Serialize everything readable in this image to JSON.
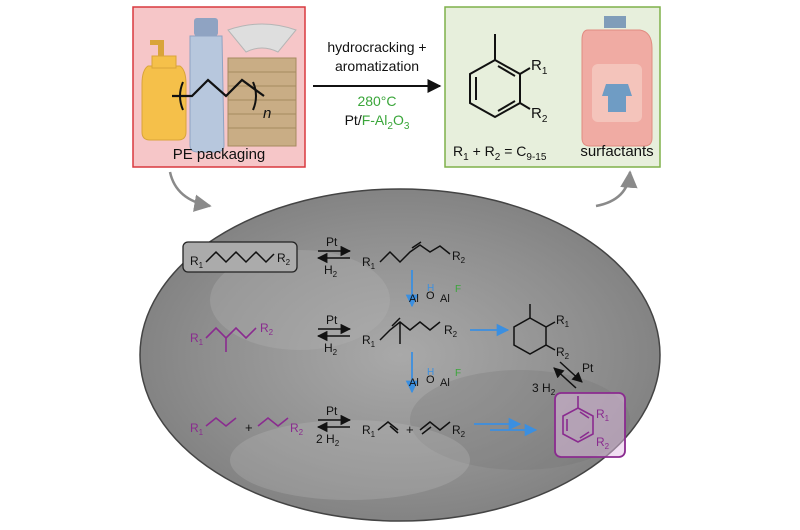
{
  "top_left_box": {
    "label": "PE packaging",
    "repeat_unit_subscript": "n"
  },
  "arrow": {
    "line1": "hydrocracking +",
    "line2": "aromatization",
    "temperature": "280°C",
    "catalyst_pt": "Pt/",
    "catalyst_support": "F-Al",
    "catalyst_sub1": "2",
    "catalyst_o": "O",
    "catalyst_sub2": "3"
  },
  "top_right_box": {
    "product_r1": "R",
    "r1_sub": "1",
    "product_r2": "R",
    "r2_sub": "2",
    "formula_main": "R",
    "formula_sub1": "1",
    "formula_plus": " + R",
    "formula_sub2": "2",
    "formula_eq": " = C",
    "formula_sub3": "9-15",
    "surfactants_label": "surfactants"
  },
  "mechanism": {
    "row1_left_r1": "R",
    "row1_left_r1_sub": "1",
    "row1_left_r2": "R",
    "row1_left_r2_sub": "2",
    "pt": "Pt",
    "h2": "H",
    "h2_sub": "2",
    "row1_right_r1": "R",
    "row1_right_r1_sub": "1",
    "row1_right_r2": "R",
    "row1_right_r2_sub": "2",
    "lewis_h": "H",
    "lewis_al1": "Al",
    "lewis_o": "O",
    "lewis_al2": "Al",
    "lewis_f": "F",
    "row2_left_r1": "R",
    "row2_left_r1_sub": "1",
    "row2_left_r2": "R",
    "row2_left_r2_sub": "2",
    "row2_mid_r1": "R",
    "row2_mid_r1_sub": "1",
    "row2_mid_r2": "R",
    "row2_mid_r2_sub": "2",
    "naph_r1": "R",
    "naph_r1_sub": "1",
    "naph_r2": "R",
    "naph_r2_sub": "2",
    "dehydro_pt": "Pt",
    "dehydro_h2": "3 H",
    "dehydro_h2_sub": "2",
    "row3_r1": "R",
    "row3_r1_sub": "1",
    "row3_plus": "+",
    "row3_r2": "R",
    "row3_r2_sub": "2",
    "row3_2h2": "2 H",
    "row3_2h2_sub": "2",
    "row3_right_r1": "R",
    "row3_right_r1_sub": "1",
    "row3_right_plus": "+",
    "row3_right_r2": "R",
    "row3_right_r2_sub": "2",
    "arom_r1": "R",
    "arom_r1_sub": "1",
    "arom_r2": "R",
    "arom_r2_sub": "2"
  },
  "colors": {
    "pink_box_fill": "#f6c6c8",
    "pink_box_stroke": "#d9383f",
    "green_box_fill": "#e7efdc",
    "green_box_stroke": "#7fb04a",
    "green_text": "#3aa63a",
    "purple": "#8a2b8f",
    "blue_arrow": "#3b8fe0",
    "ellipse_fill": "#9a9a9a"
  }
}
